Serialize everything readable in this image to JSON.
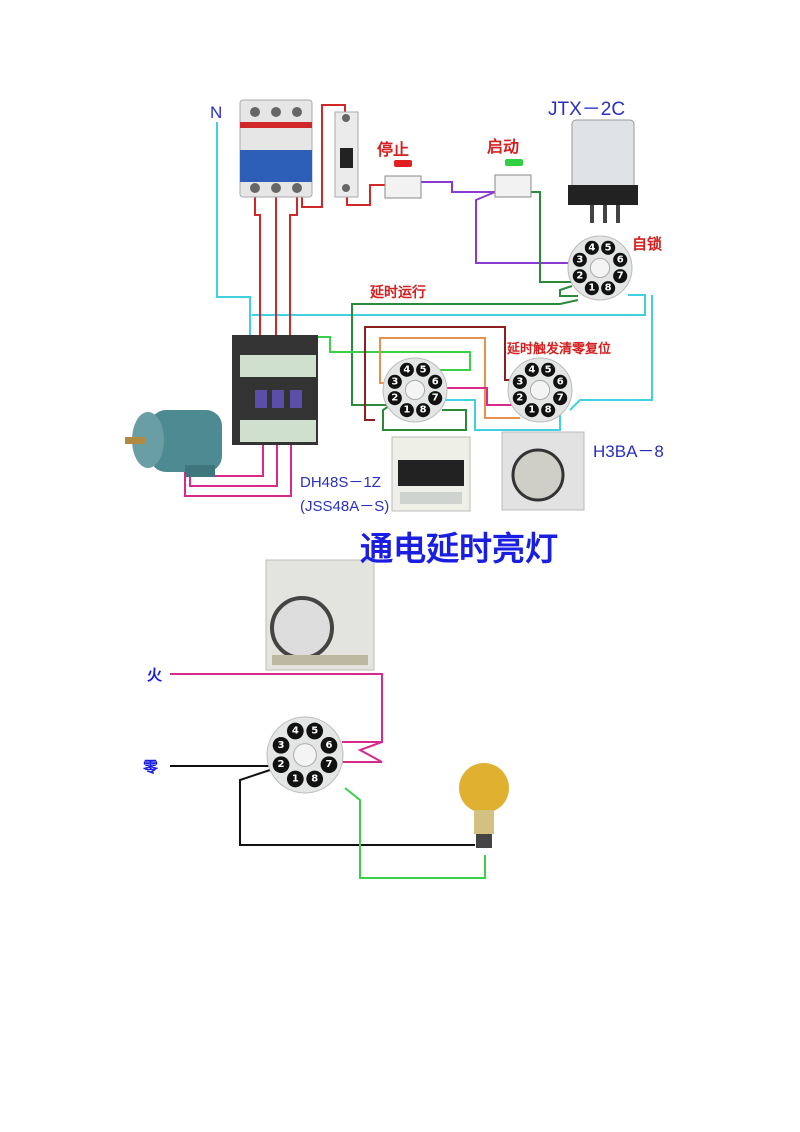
{
  "labels": {
    "neutral": "N",
    "stop": "停止",
    "start": "启动",
    "relay_model": "JTX－2C",
    "self_lock": "自锁",
    "delay_run": "延时运行",
    "delay_reset": "延时触发清零复位",
    "timer_model_b": "H3BA－8",
    "timer_model_a": "DH48S－1Z",
    "timer_model_a_alt": "(JSS48A－S)",
    "section_title": "通电延时亮灯",
    "live": "火",
    "zero": "零"
  },
  "socket_pins": [
    "4",
    "5",
    "6",
    "7",
    "8",
    "1",
    "2",
    "3"
  ],
  "colors": {
    "red_wire": "#d02828",
    "cyan_wire": "#40d0e0",
    "green_wire": "#2a8a3a",
    "purple_wire": "#8a3ad0",
    "magenta_wire": "#d82a8a",
    "orange_wire": "#e89050",
    "darkred_wire": "#8a2020",
    "black_wire": "#111111",
    "lime_wire": "#3ad04a"
  }
}
